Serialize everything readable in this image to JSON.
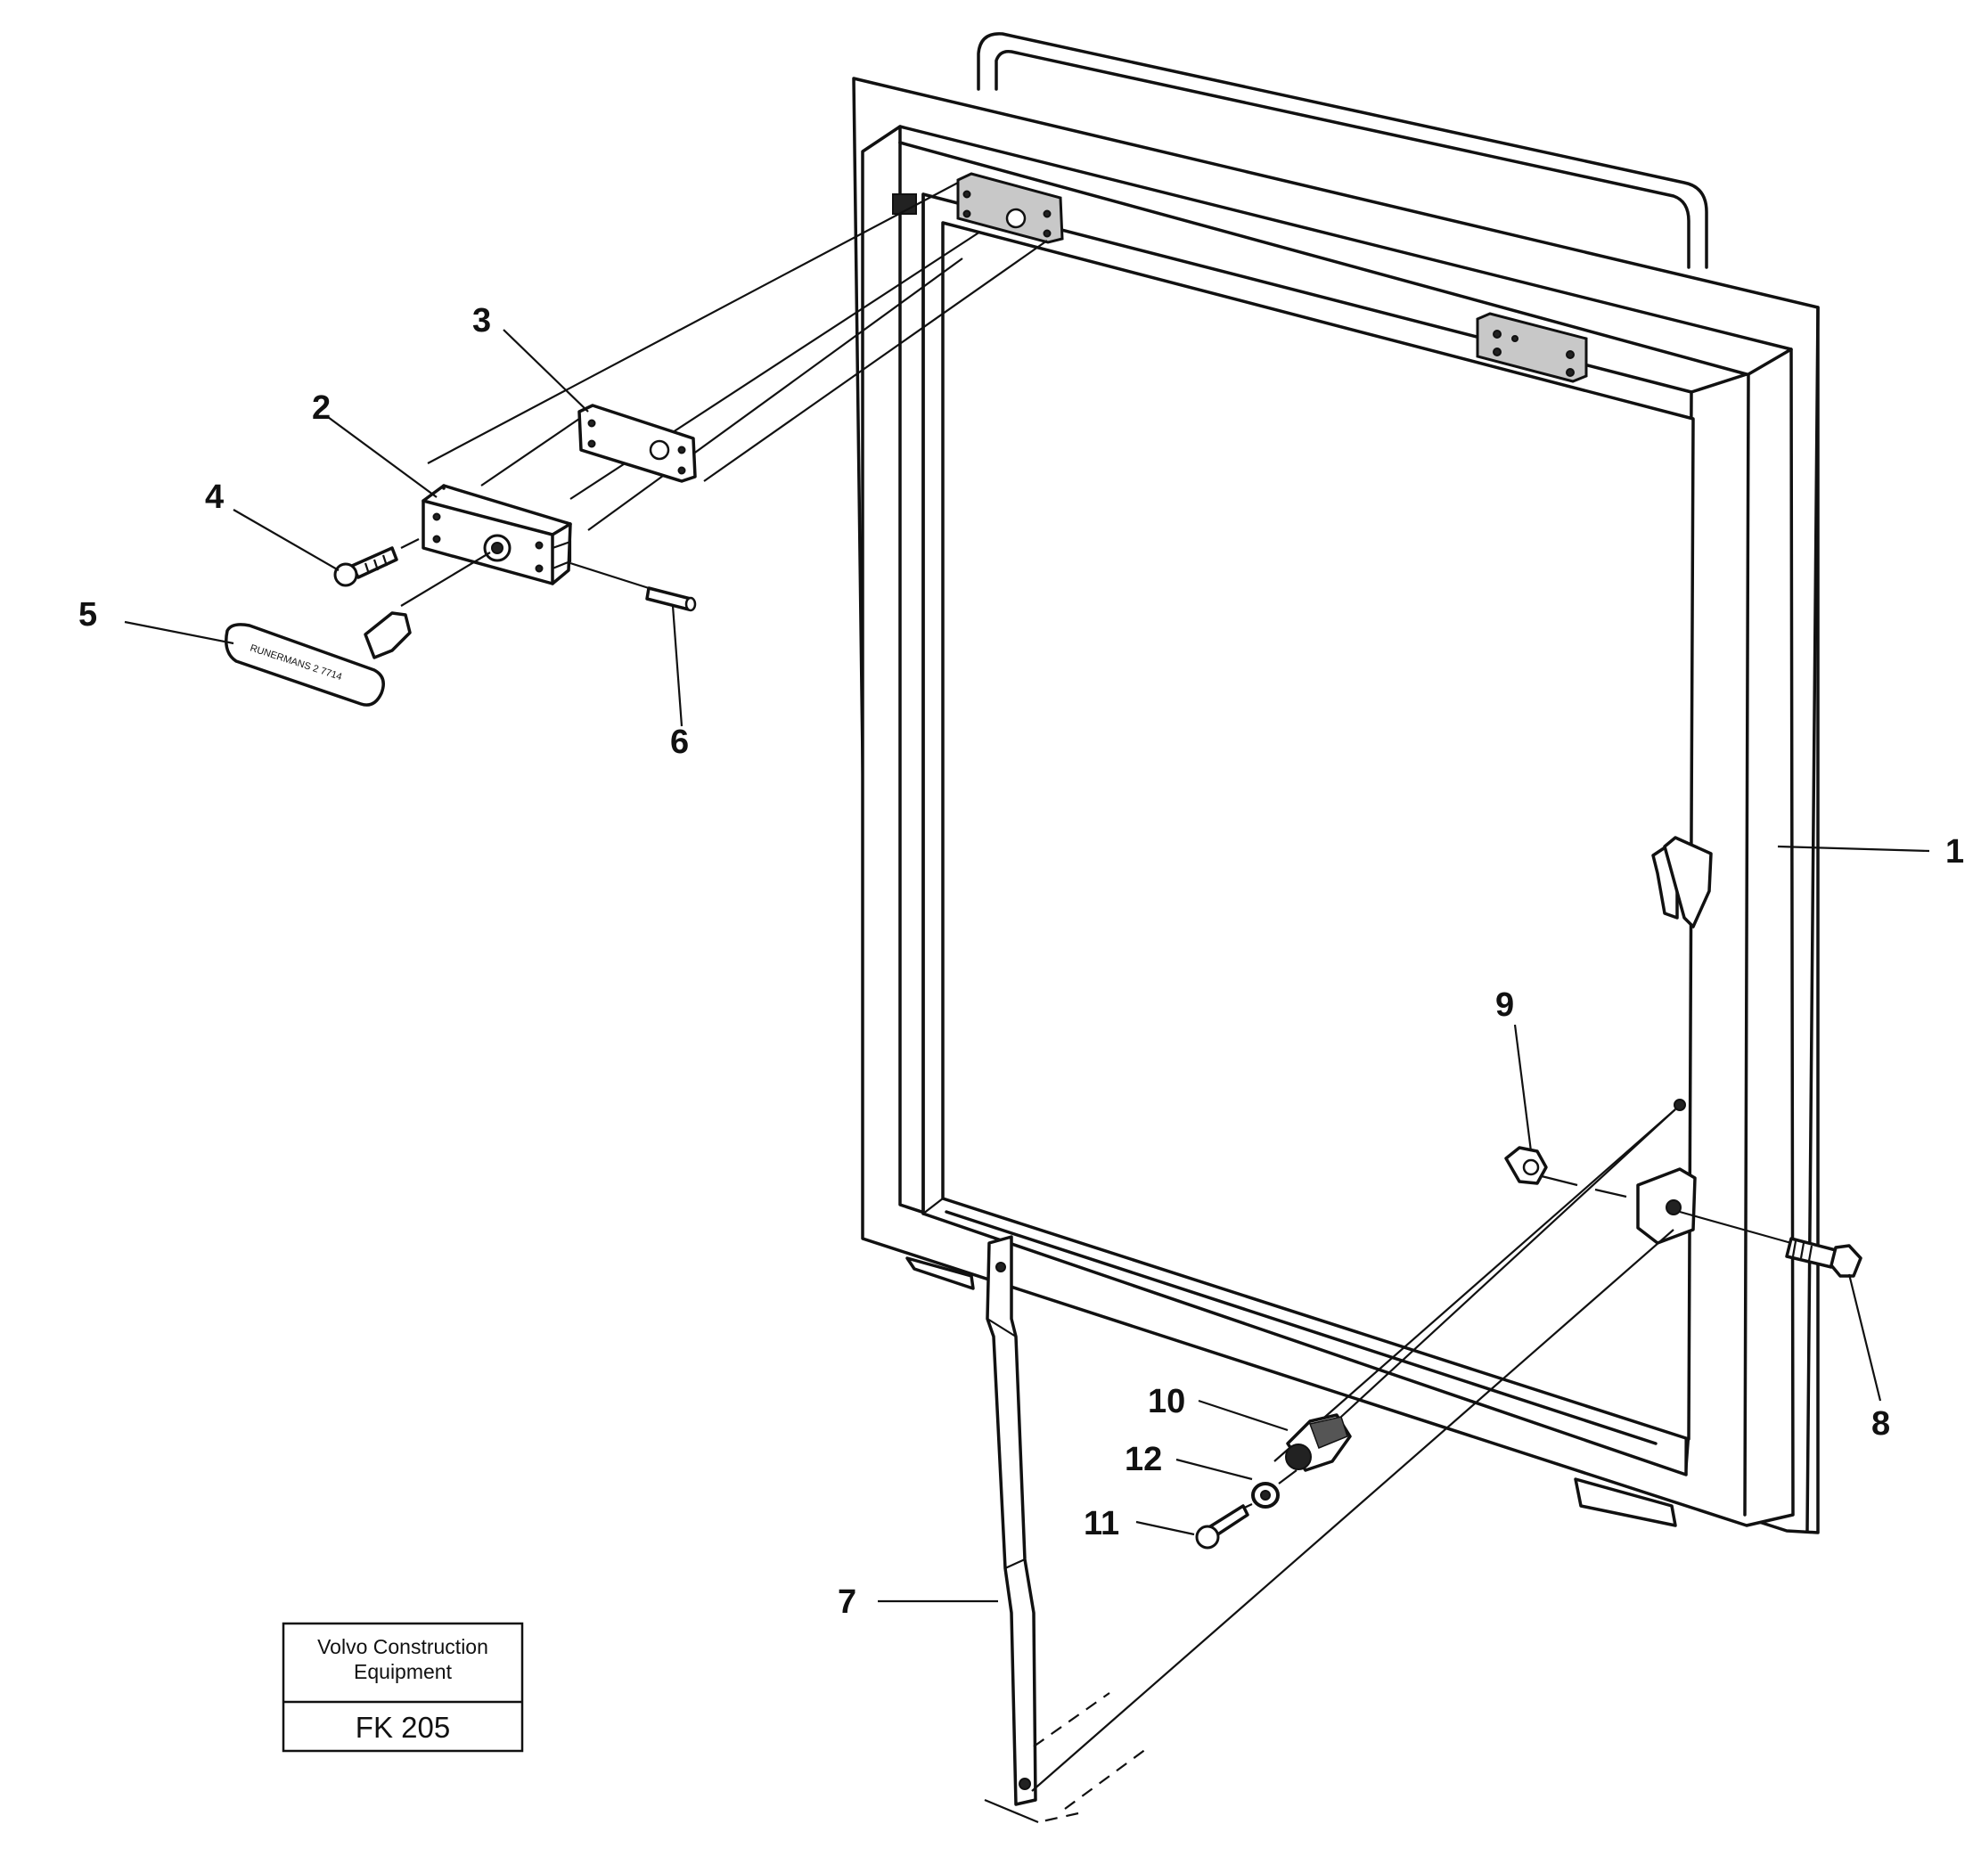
{
  "callouts": [
    {
      "id": "1",
      "label": "1"
    },
    {
      "id": "2",
      "label": "2"
    },
    {
      "id": "3",
      "label": "3"
    },
    {
      "id": "4",
      "label": "4"
    },
    {
      "id": "5",
      "label": "5"
    },
    {
      "id": "6",
      "label": "6"
    },
    {
      "id": "7",
      "label": "7"
    },
    {
      "id": "8",
      "label": "8"
    },
    {
      "id": "9",
      "label": "9"
    },
    {
      "id": "10",
      "label": "10"
    },
    {
      "id": "11",
      "label": "11"
    },
    {
      "id": "12",
      "label": "12"
    }
  ],
  "title_block": {
    "company_line1": "Volvo Construction",
    "company_line2": "Equipment",
    "code": "FK 205"
  },
  "handle_marking": "RUNERMANS 2 7714"
}
